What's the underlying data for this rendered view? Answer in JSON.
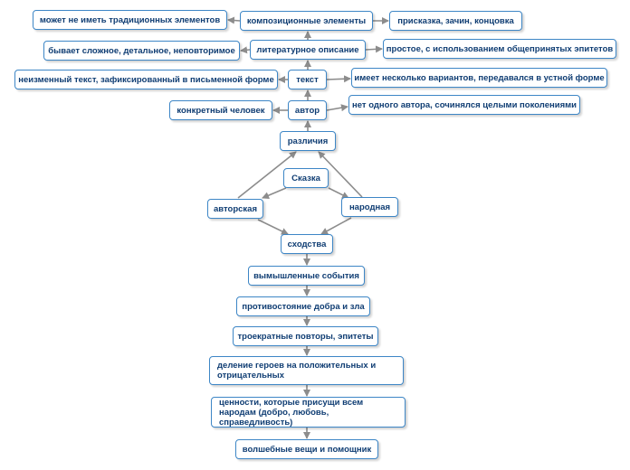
{
  "colors": {
    "node_border": "#3d86c6",
    "node_text": "#0f3d73",
    "edge": "#8c8c8c"
  },
  "nodes": {
    "skazka": "Сказка",
    "razlichiya": "различия",
    "avtorskaya": "авторская",
    "narodnaya": "народная",
    "skhodstva": "сходства",
    "avtor": "автор",
    "avtor_left": "конкретный человек",
    "avtor_right": "нет одного автора, сочинялся целыми поколениями",
    "tekst": "текст",
    "tekst_left": "неизменный текст, зафиксированный в письменной форме",
    "tekst_right": "имеет несколько вариантов, передавался в устной форме",
    "lit": "литературное описание",
    "lit_left": "бывает сложное, детальное, неповторимое",
    "lit_right": "простое, с использованием общепринятых эпитетов",
    "komp": "композиционные элементы",
    "komp_left": "может не иметь традиционных элементов",
    "komp_right": "присказка, зачин, концовка",
    "sim1": "вымышленные события",
    "sim2": "противостояние добра и зла",
    "sim3": "троекратные повторы, эпитеты",
    "sim4": "деление героев на положительных и отрицательных",
    "sim5": "ценности, которые присущи всем народам (добро, любовь, справедливость)",
    "sim6": "волшебные вещи и помощник"
  }
}
